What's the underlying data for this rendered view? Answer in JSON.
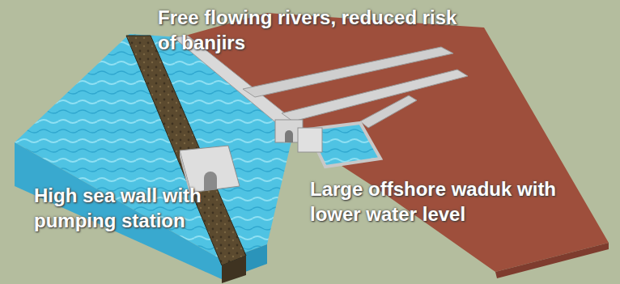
{
  "diagram": {
    "labels": [
      "Free flowing rivers, reduced risk of banjirs",
      "High sea wall with pumping station",
      "Large offshore waduk with lower water level"
    ]
  }
}
